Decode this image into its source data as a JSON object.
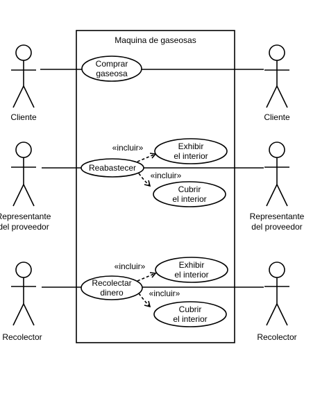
{
  "system": {
    "title": "Maquina de gaseosas"
  },
  "actors_left": [
    "Cliente",
    [
      "Representante",
      "del proveedor"
    ],
    "Recolector"
  ],
  "actors_right": [
    "Cliente",
    [
      "Representante",
      "del proveedor"
    ],
    "Recolector"
  ],
  "use_cases": {
    "comprar": [
      "Comprar",
      "gaseosa"
    ],
    "reabastecer": [
      "Reabastecer"
    ],
    "recolectar": [
      "Recolectar",
      "dinero"
    ],
    "exhibir": [
      "Exhibir",
      "el interior"
    ],
    "cubrir": [
      "Cubrir",
      "el interior"
    ]
  },
  "relation_label": "«incluir»"
}
